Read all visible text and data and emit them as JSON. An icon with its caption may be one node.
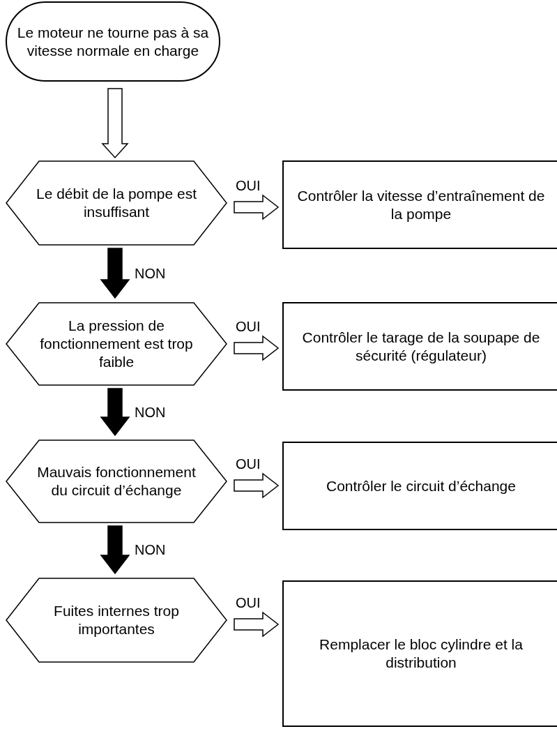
{
  "diagram": {
    "nodes": [
      {
        "text": [
          "Le moteur ne tourne pas à sa vitesse normale en charge"
        ]
      },
      {
        "text": [
          "Le débit de la pompe est insuffisant"
        ]
      },
      {
        "text": [
          "Contrôler la vitesse d’entraînement de la pompe"
        ]
      },
      {
        "text": [
          "La pression de fonctionnement est trop faible"
        ]
      },
      {
        "text": [
          "Contrôler le tarage de la soupape de sécurité (régulateur)"
        ]
      },
      {
        "text": [
          "Mauvais fonctionnement du circuit d’échange"
        ]
      },
      {
        "text": [
          "Contrôler le circuit d’échange"
        ]
      },
      {
        "text": [
          "Fuites internes trop importantes"
        ]
      },
      {
        "text": [
          "Remplacer le bloc cylindre et la distribution"
        ]
      }
    ],
    "edges": [
      {
        "from": 0,
        "to": 1,
        "arrow": "to"
      },
      {
        "from": 1,
        "to": 2,
        "arrow": "to",
        "label": "OUI"
      },
      {
        "from": 1,
        "to": 3,
        "arrow": "to",
        "label": "NON",
        "style": "thick"
      },
      {
        "from": 3,
        "to": 4,
        "arrow": "to",
        "label": "OUI"
      },
      {
        "from": 3,
        "to": 5,
        "arrow": "to",
        "label": "NON",
        "style": "thick"
      },
      {
        "from": 5,
        "to": 6,
        "arrow": "to",
        "label": "OUI"
      },
      {
        "from": 5,
        "to": 7,
        "arrow": "to",
        "label": "NON",
        "style": "thick"
      },
      {
        "from": 7,
        "to": 8,
        "arrow": "to",
        "label": "OUI"
      }
    ]
  }
}
